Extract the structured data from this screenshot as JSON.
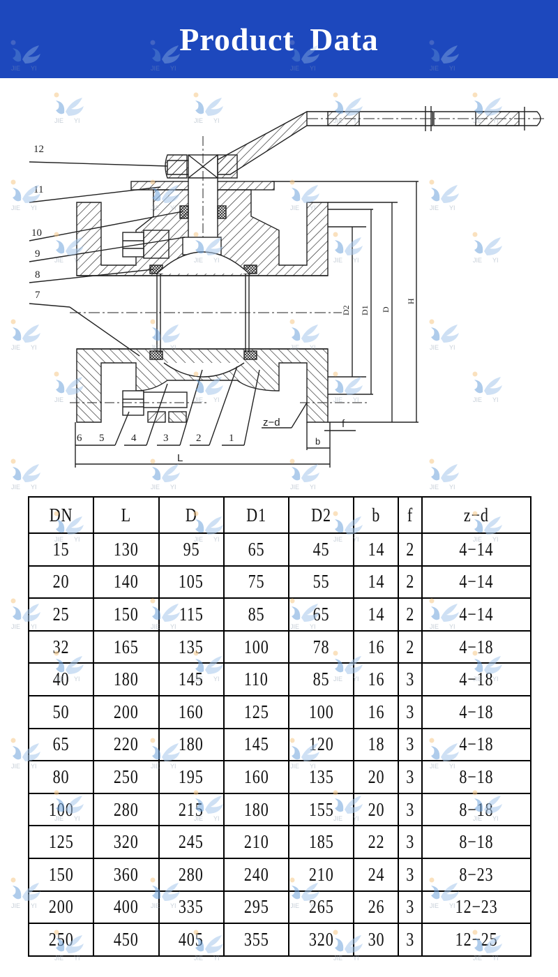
{
  "banner": {
    "title": "Product  Data",
    "background": "#1d48bd"
  },
  "watermark": {
    "text_left": "JIE",
    "text_right": "YI"
  },
  "drawing": {
    "part_labels": [
      "12",
      "11",
      "10",
      "9",
      "8",
      "7",
      "6",
      "5",
      "4",
      "3",
      "2",
      "1"
    ],
    "dimension_labels": {
      "D2": "D2",
      "D1": "D1",
      "D": "D",
      "H": "H",
      "L": "L",
      "b": "b",
      "f": "f",
      "zd": "z−d"
    }
  },
  "table": {
    "headers": [
      "DN",
      "L",
      "D",
      "D1",
      "D2",
      "b",
      "f",
      "z−d"
    ],
    "rows": [
      [
        "15",
        "130",
        "95",
        "65",
        "45",
        "14",
        "2",
        "4−14"
      ],
      [
        "20",
        "140",
        "105",
        "75",
        "55",
        "14",
        "2",
        "4−14"
      ],
      [
        "25",
        "150",
        "115",
        "85",
        "65",
        "14",
        "2",
        "4−14"
      ],
      [
        "32",
        "165",
        "135",
        "100",
        "78",
        "16",
        "2",
        "4−18"
      ],
      [
        "40",
        "180",
        "145",
        "110",
        "85",
        "16",
        "3",
        "4−18"
      ],
      [
        "50",
        "200",
        "160",
        "125",
        "100",
        "16",
        "3",
        "4−18"
      ],
      [
        "65",
        "220",
        "180",
        "145",
        "120",
        "18",
        "3",
        "4−18"
      ],
      [
        "80",
        "250",
        "195",
        "160",
        "135",
        "20",
        "3",
        "8−18"
      ],
      [
        "100",
        "280",
        "215",
        "180",
        "155",
        "20",
        "3",
        "8−18"
      ],
      [
        "125",
        "320",
        "245",
        "210",
        "185",
        "22",
        "3",
        "8−18"
      ],
      [
        "150",
        "360",
        "280",
        "240",
        "210",
        "24",
        "3",
        "8−23"
      ],
      [
        "200",
        "400",
        "335",
        "295",
        "265",
        "26",
        "3",
        "12−23"
      ],
      [
        "250",
        "450",
        "405",
        "355",
        "320",
        "30",
        "3",
        "12−25"
      ]
    ]
  }
}
